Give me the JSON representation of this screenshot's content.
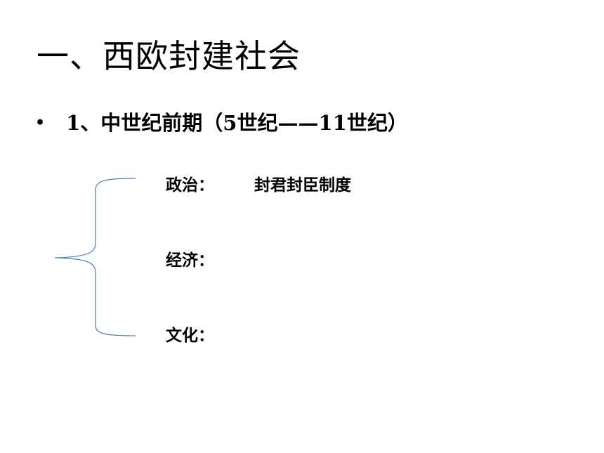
{
  "slide": {
    "title": "一、西欧封建社会",
    "bullet": {
      "marker": "•",
      "text": "1、中世纪前期（5世纪——11世纪）"
    },
    "items": [
      {
        "label": "政治：",
        "value": "封君封臣制度"
      },
      {
        "label": "经济：",
        "value": ""
      },
      {
        "label": "文化：",
        "value": ""
      }
    ],
    "brace_color": "#4a7ab8"
  }
}
